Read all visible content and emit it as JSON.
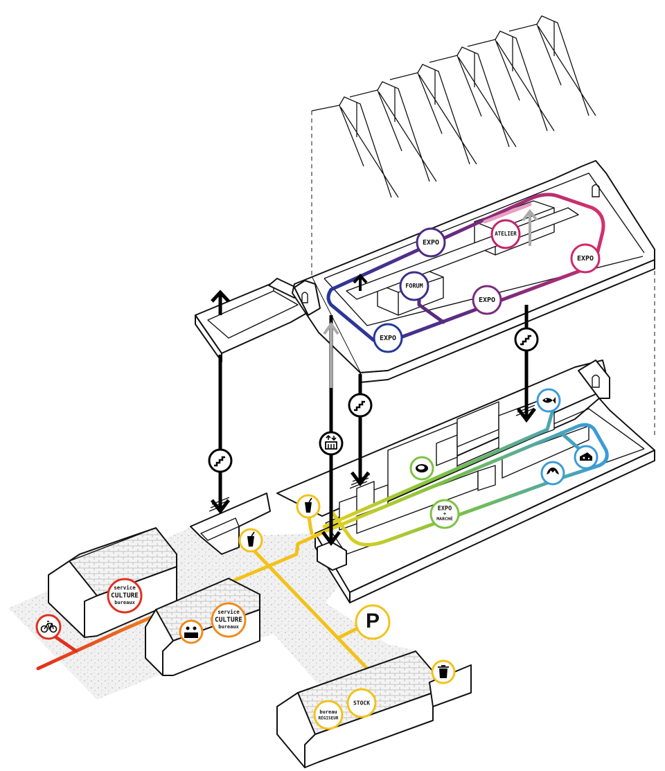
{
  "labels": {
    "expo": "EXPO",
    "atelier": "ATELIER",
    "forum": "FORUM",
    "expo_marche_top": "EXPO",
    "expo_marche_plus": "+",
    "expo_marche_bottom": "MARCHÉ",
    "service_culture_1_top": "service",
    "service_culture_1_mid": "CULTURE",
    "service_culture_1_bot": "bureaux",
    "service_culture_2_top": "service",
    "service_culture_2_mid": "CULTURE",
    "service_culture_2_bot": "bureaux",
    "stock": "STOCK",
    "bureau_top": "bureau",
    "bureau_bot": "RÉGISEUR",
    "parking": "P"
  },
  "colors": {
    "red": "#e0301e",
    "orange": "#f08a1c",
    "yellow": "#f2c21a",
    "green": "#7dc241",
    "blue": "#3a9bd8",
    "navy": "#23389a",
    "purple": "#5a2a7c",
    "magenta": "#c0246a",
    "pink": "#e0306a",
    "black": "#000000",
    "gray": "#999999"
  },
  "icons": [
    "bicycle-icon",
    "stairs-icon",
    "elevator-icon",
    "drink-icon",
    "fish-icon",
    "cheese-icon",
    "croissant-icon",
    "meat-icon",
    "reception-desk-icon",
    "trash-icon",
    "parking-icon",
    "arrow-up-icon"
  ]
}
